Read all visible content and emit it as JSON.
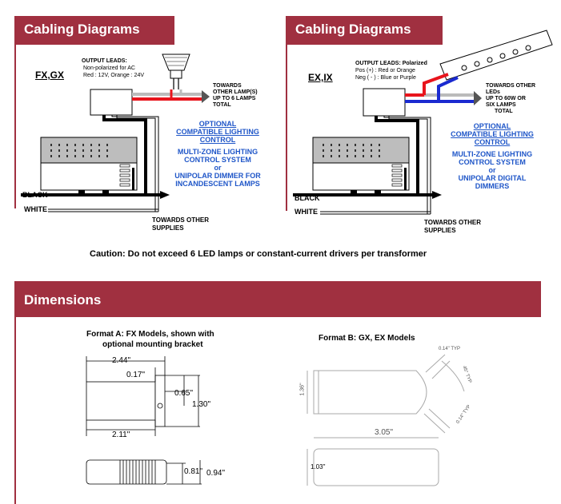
{
  "cabling_left": {
    "title": "Cabling Diagrams",
    "model": "FX,GX",
    "leads_title": "OUTPUT LEADS:",
    "leads_line1": "Non-polarized for AC",
    "leads_line2": "Red : 12V, Orange : 24V",
    "towards1": "TOWARDS",
    "towards2": "OTHER LAMP(S)",
    "towards3": "UP TO 6 LAMPS",
    "towards4": "TOTAL",
    "opt1": "OPTIONAL",
    "opt2": "COMPATIBLE LIGHTING",
    "opt3": "CONTROL",
    "mz1": "MULTI-ZONE LIGHTING",
    "mz2": "CONTROL SYSTEM",
    "mz3": "or",
    "mz4": "UNIPOLAR DIMMER FOR",
    "mz5": "INCANDESCENT LAMPS",
    "black": "BLACK",
    "white": "WHITE",
    "supplies1": "TOWARDS OTHER",
    "supplies2": "SUPPLIES"
  },
  "cabling_right": {
    "title": "Cabling Diagrams",
    "model": "EX,IX",
    "leads_title": "OUTPUT LEADS: Polarized",
    "leads_line1": "Pos (+) : Red or Orange",
    "leads_line2": "Neg ( - ) : Blue or Purple",
    "towards1": "TOWARDS OTHER",
    "towards2": "LEDs",
    "towards3": "UP TO 60W  OR",
    "towards4": "SIX LAMPS",
    "towards5": "TOTAL",
    "opt1": "OPTIONAL",
    "opt2": "COMPATIBLE LIGHTING",
    "opt3": "CONTROL",
    "mz1": "MULTI-ZONE LIGHTING",
    "mz2": "CONTROL SYSTEM",
    "mz3": "or",
    "mz4": "UNIPOLAR DIGITAL",
    "mz5": "DIMMERS",
    "black": "BLACK",
    "white": "WHITE",
    "supplies1": "TOWARDS OTHER",
    "supplies2": "SUPPLIES"
  },
  "caution": "Caution: Do not exceed 6 LED lamps or constant-current drivers per transformer",
  "dimensions": {
    "title": "Dimensions",
    "format_a_line1": "Format A: FX Models, shown with",
    "format_a_line2": "optional mounting bracket",
    "format_b": "Format B: GX, EX Models",
    "a_244": "2.44\"",
    "a_017": "0.17\"",
    "a_065": "0.65\"",
    "a_130": "1.30\"",
    "a_211": "2.11\"",
    "a_081": "0.81\"",
    "a_094": "0.94\"",
    "b_014_top": "0.14\" TYP",
    "b_45": "45° TYP",
    "b_014_side": "0.14\" TYP",
    "b_136": "1.36\"",
    "b_305": "3.05\"",
    "b_103": "1.03\""
  },
  "colors": {
    "header": "#a03040",
    "blue_text": "#1f56c8",
    "red_wire": "#e8141c",
    "blue_wire": "#1a2ad0"
  }
}
